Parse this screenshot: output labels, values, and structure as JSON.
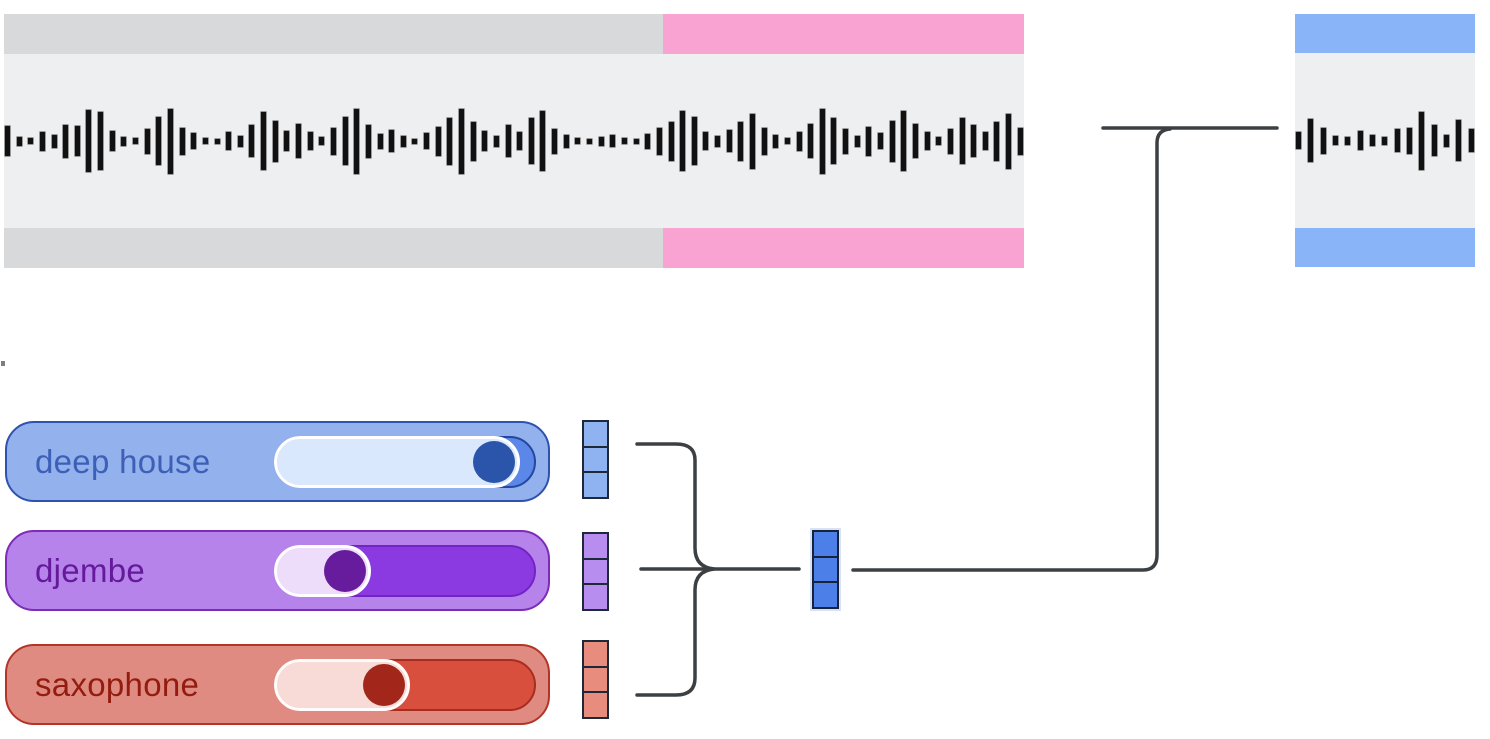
{
  "connector_color": "#3c4043",
  "waveform": {
    "input": {
      "background": "#edeff1",
      "bar_color": "#111111",
      "bands": [
        {
          "label": "context-segment",
          "color": "#d8d9db",
          "fraction": 0.646
        },
        {
          "label": "highlighted-segment",
          "color": "#f8a3d2",
          "fraction": 0.354
        }
      ],
      "bars": [
        0.45,
        0.15,
        0.12,
        0.3,
        0.22,
        0.5,
        0.45,
        0.92,
        0.85,
        0.32,
        0.16,
        0.12,
        0.38,
        0.72,
        0.95,
        0.42,
        0.25,
        0.12,
        0.1,
        0.28,
        0.18,
        0.48,
        0.85,
        0.62,
        0.32,
        0.52,
        0.28,
        0.14,
        0.42,
        0.72,
        0.96,
        0.5,
        0.24,
        0.34,
        0.18,
        0.1,
        0.26,
        0.44,
        0.7,
        0.95,
        0.58,
        0.32,
        0.18,
        0.48,
        0.28,
        0.68,
        0.88,
        0.38,
        0.22,
        0.12,
        0.1,
        0.16,
        0.2,
        0.12,
        0.1,
        0.24,
        0.42,
        0.58,
        0.88,
        0.72,
        0.28,
        0.18,
        0.34,
        0.58,
        0.82,
        0.42,
        0.22,
        0.12,
        0.3,
        0.52,
        0.95,
        0.68,
        0.38,
        0.18,
        0.44,
        0.26,
        0.62,
        0.88,
        0.52,
        0.28,
        0.14,
        0.38,
        0.68,
        0.48,
        0.28,
        0.58,
        0.82,
        0.42
      ]
    },
    "output": {
      "background": "#edeff1",
      "bar_color": "#111111",
      "band_color": "#8ab4f8",
      "bars": [
        0.3,
        0.72,
        0.45,
        0.18,
        0.16,
        0.34,
        0.2,
        0.16,
        0.4,
        0.44,
        0.95,
        0.52,
        0.22,
        0.68,
        0.4
      ]
    }
  },
  "sliders": [
    {
      "label": "deep house",
      "value": 0.84,
      "colors": {
        "pill": "#93b1ec",
        "pill_border": "#2e52ae",
        "text": "#3c5fb7",
        "track": "#5b87e8",
        "track_border": "#24479f",
        "light": "#d9e8fc",
        "light_border": "#ffffff",
        "knob": "#2a55ab"
      }
    },
    {
      "label": "djembe",
      "value": 0.27,
      "colors": {
        "pill": "#b583ea",
        "pill_border": "#7d2cb7",
        "text": "#65199b",
        "track": "#8a3ae0",
        "track_border": "#7424c4",
        "light": "#eedcfb",
        "light_border": "#ffffff",
        "knob": "#671c9e"
      }
    },
    {
      "label": "saxophone",
      "value": 0.42,
      "colors": {
        "pill": "#e08b81",
        "pill_border": "#b23527",
        "text": "#931c10",
        "track": "#d94f3d",
        "track_border": "#a82c1f",
        "light": "#f8dbd7",
        "light_border": "#fffcfb",
        "knob": "#a2261a"
      }
    }
  ],
  "tokens": {
    "border": "#1d2838",
    "stacks": [
      {
        "name": "deep-house-tokens",
        "color": "#8fb2f0",
        "count": 3
      },
      {
        "name": "djembe-tokens",
        "color": "#b78ef0",
        "count": 3
      },
      {
        "name": "saxophone-tokens",
        "color": "#e88d7e",
        "count": 3
      }
    ],
    "center": {
      "color": "#4d7fe8",
      "border": "#17233a",
      "count": 3
    }
  }
}
